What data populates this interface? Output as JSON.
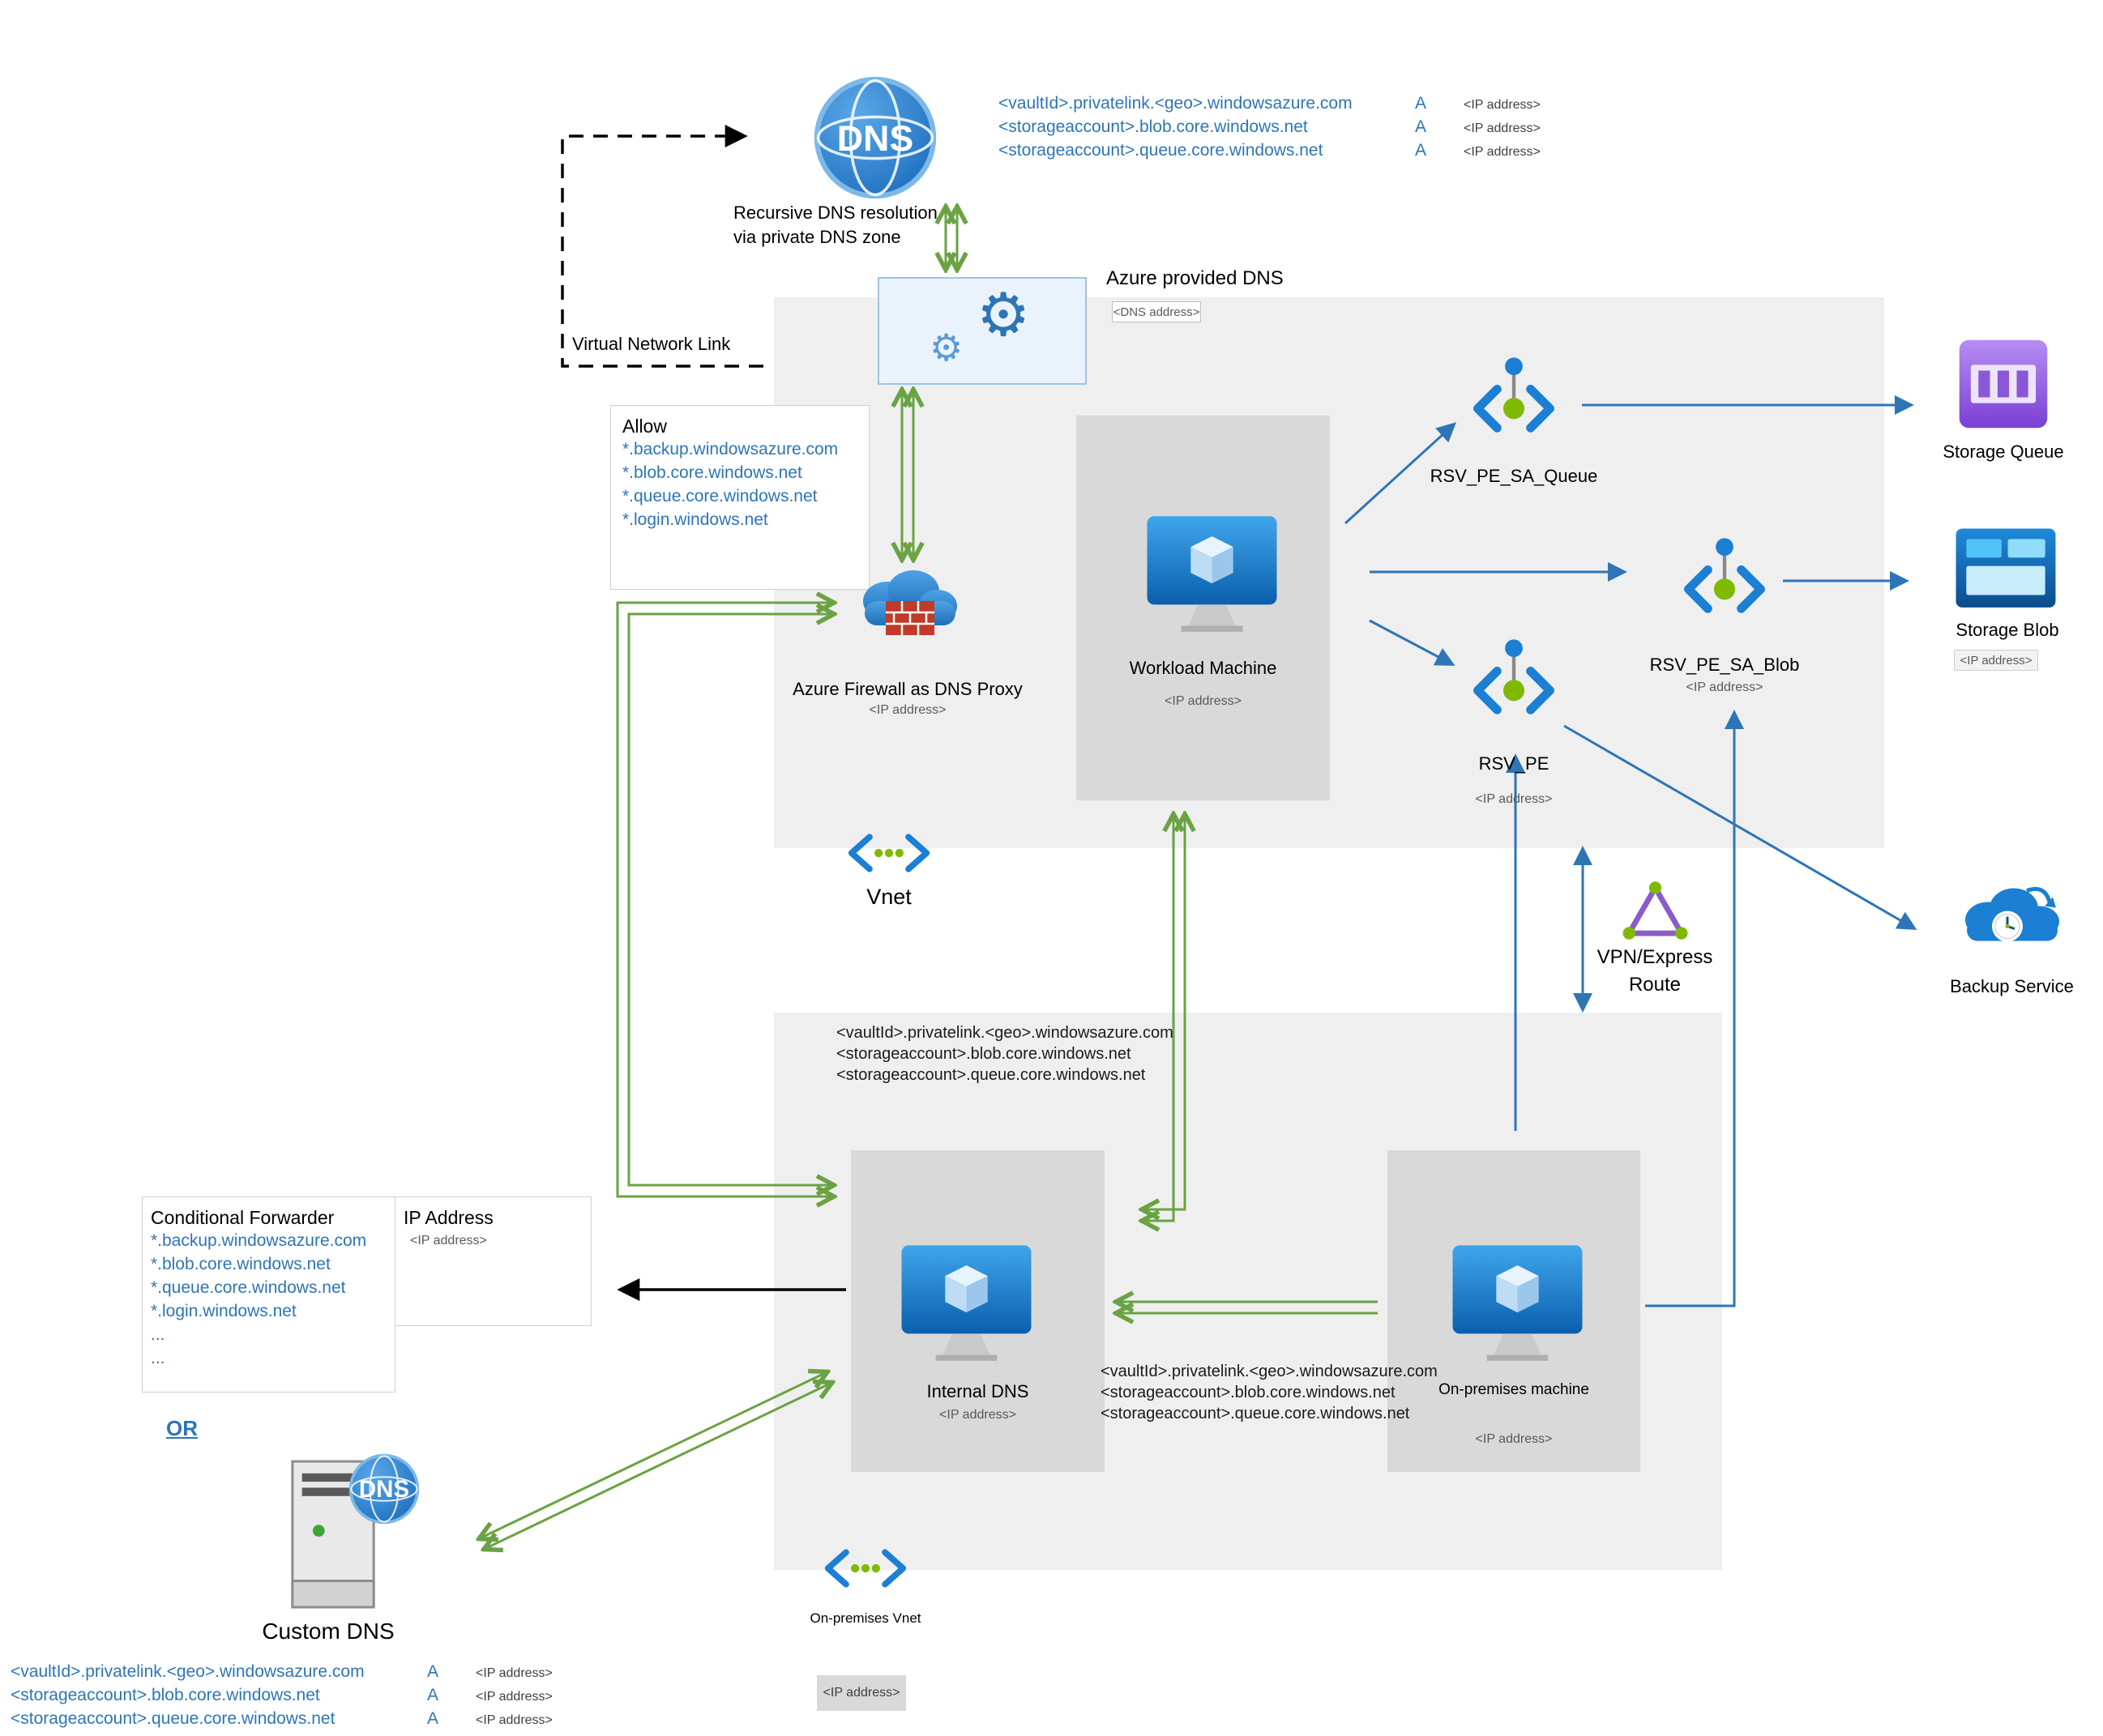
{
  "dns_cloud": {
    "label": "DNS"
  },
  "recursive_caption": {
    "line1": "Recursive DNS resolution",
    "line2": "via private DNS zone"
  },
  "top_records": [
    {
      "name": "<vaultId>.privatelink.<geo>.windowsazure.com",
      "type": "A",
      "ip": "<IP address>"
    },
    {
      "name": "<storageaccount>.blob.core.windows.net",
      "type": "A",
      "ip": "<IP address>"
    },
    {
      "name": "<storageaccount>.queue.core.windows.net",
      "type": "A",
      "ip": "<IP address>"
    }
  ],
  "virtual_network_link": {
    "label": "Virtual Network Link"
  },
  "azure_provided_dns": {
    "label": "Azure provided DNS",
    "address": "<DNS address>"
  },
  "allow_box": {
    "title": "Allow",
    "items": [
      "*.backup.windowsazure.com",
      "*.blob.core.windows.net",
      "*.queue.core.windows.net",
      "*.login.windows.net"
    ]
  },
  "firewall": {
    "label": "Azure Firewall as DNS Proxy",
    "ip": "<IP address>"
  },
  "workload_machine": {
    "label": "Workload Machine",
    "ip": "<IP address>"
  },
  "vnet": {
    "label": "Vnet"
  },
  "rsv_pe_sa_queue": {
    "label": "RSV_PE_SA_Queue"
  },
  "rsv_pe_sa_blob": {
    "label": "RSV_PE_SA_Blob",
    "ip": "<IP address>"
  },
  "rsv_pe": {
    "label": "RSV_PE",
    "ip": "<IP address>"
  },
  "storage_queue": {
    "label": "Storage Queue"
  },
  "storage_blob": {
    "label": "Storage Blob",
    "ip": "<IP address>"
  },
  "vpn_express_route": {
    "line1": "VPN/Express",
    "line2": "Route"
  },
  "backup_service": {
    "label": "Backup Service"
  },
  "onprem_dns_zone_records": [
    "<vaultId>.privatelink.<geo>.windowsazure.com",
    "<storageaccount>.blob.core.windows.net",
    "<storageaccount>.queue.core.windows.net"
  ],
  "internal_dns": {
    "label": "Internal DNS",
    "ip": "<IP address>"
  },
  "machine_to_dns_records": [
    "<vaultId>.privatelink.<geo>.windowsazure.com",
    "<storageaccount>.blob.core.windows.net",
    "<storageaccount>.queue.core.windows.net"
  ],
  "onprem_machine": {
    "label": "On-premises machine",
    "ip": "<IP address>"
  },
  "conditional_forwarder": {
    "title": "Conditional Forwarder",
    "ip_header": "IP Address",
    "ip_value": "<IP address>",
    "items": [
      "*.backup.windowsazure.com",
      "*.blob.core.windows.net",
      "*.queue.core.windows.net",
      "*.login.windows.net",
      "...",
      "..."
    ]
  },
  "or_label": "OR",
  "custom_dns": {
    "label": "Custom DNS",
    "badge": "DNS"
  },
  "bottom_records": [
    {
      "name": "<vaultId>.privatelink.<geo>.windowsazure.com",
      "type": "A",
      "ip": "<IP address>"
    },
    {
      "name": "<storageaccount>.blob.core.windows.net",
      "type": "A",
      "ip": "<IP address>"
    },
    {
      "name": "<storageaccount>.queue.core.windows.net",
      "type": "A",
      "ip": "<IP address>"
    }
  ],
  "onprem_vnet": {
    "label": "On-premises Vnet",
    "ip": "<IP address>"
  }
}
